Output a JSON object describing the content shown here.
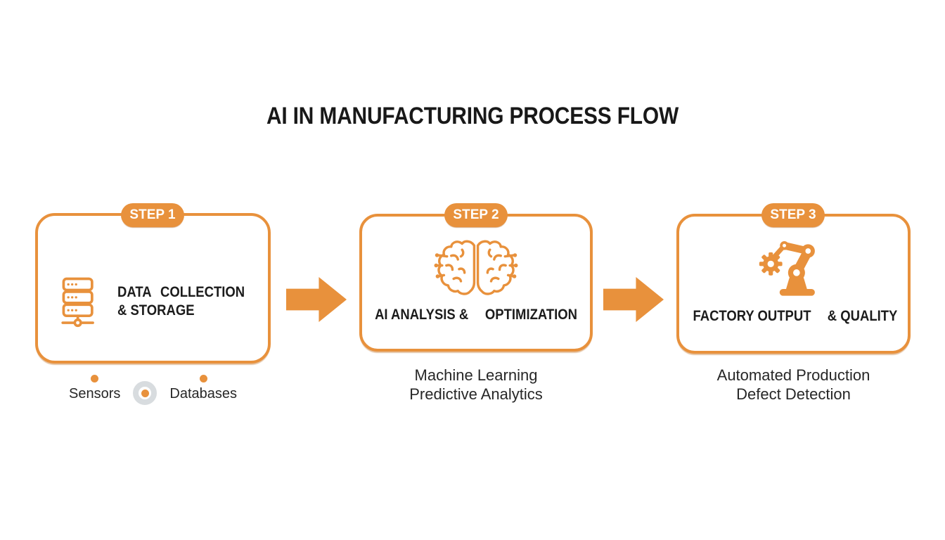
{
  "title": "AI IN MANUFACTURING PROCESS FLOW",
  "colors": {
    "accent": "#E8913C",
    "heading": "#1C1C1C",
    "body": "#272727",
    "badge_text": "#FFFFFF",
    "ring": "#D8DCDF"
  },
  "steps": [
    {
      "badge": "STEP 1",
      "icon": "server-rack-icon",
      "heading_lines": [
        "DATA",
        "COLLECTION",
        "& STORAGE"
      ],
      "sub_labels": [
        "Sensors",
        "Databases"
      ]
    },
    {
      "badge": "STEP 2",
      "icon": "brain-circuit-icon",
      "heading_lines": [
        "AI ANALYSIS &",
        "OPTIMIZATION"
      ],
      "sub_labels": [
        "Machine Learning",
        "Predictive Analytics"
      ]
    },
    {
      "badge": "STEP 3",
      "icon": "robot-arm-icon",
      "heading_lines": [
        "FACTORY OUTPUT",
        "& QUALITY"
      ],
      "sub_labels": [
        "Automated Production",
        "Defect Detection"
      ]
    }
  ]
}
